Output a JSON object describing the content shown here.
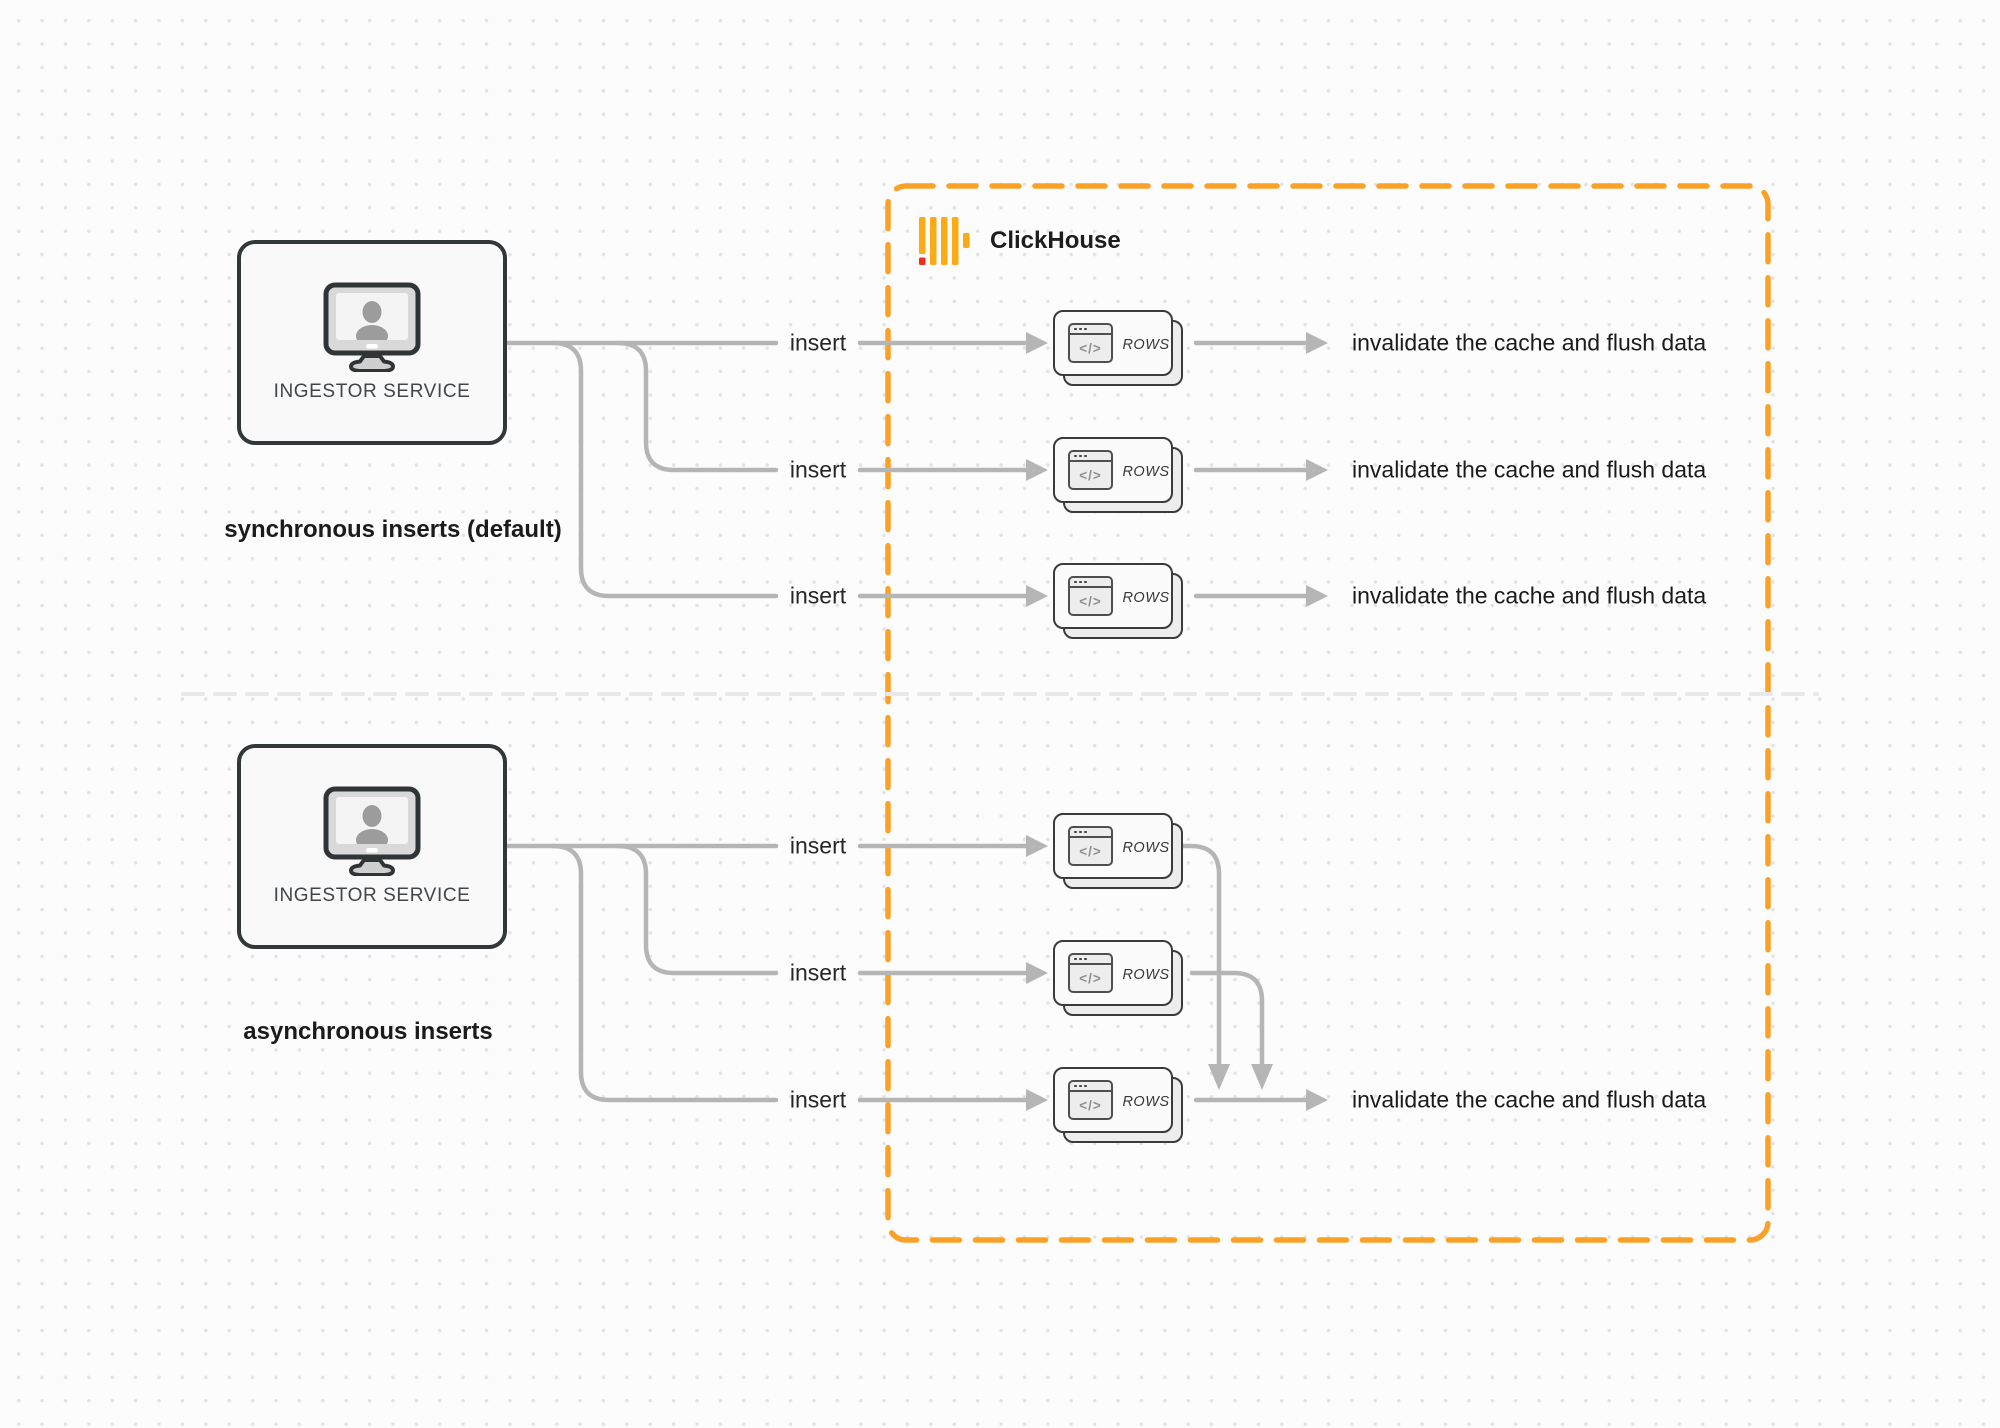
{
  "diagram": {
    "clickhouse": {
      "label": "ClickHouse"
    },
    "sync": {
      "service_label": "INGESTOR SERVICE",
      "caption": "synchronous inserts (default)",
      "rows": [
        {
          "insert": "insert",
          "code": "</>",
          "rows": "ROWS",
          "result": "invalidate the cache and flush data"
        },
        {
          "insert": "insert",
          "code": "</>",
          "rows": "ROWS",
          "result": "invalidate the cache and flush data"
        },
        {
          "insert": "insert",
          "code": "</>",
          "rows": "ROWS",
          "result": "invalidate the cache and flush data"
        }
      ]
    },
    "async": {
      "service_label": "INGESTOR SERVICE",
      "caption": "asynchronous inserts",
      "rows": [
        {
          "insert": "insert",
          "code": "</>",
          "rows": "ROWS"
        },
        {
          "insert": "insert",
          "code": "</>",
          "rows": "ROWS"
        },
        {
          "insert": "insert",
          "code": "</>",
          "rows": "ROWS"
        }
      ],
      "merged_result": "invalidate the cache and flush data"
    },
    "colors": {
      "accent_orange": "#FAA227",
      "logo_yellow": "#FBAC15",
      "logo_red": "#EF2D1F",
      "wire_gray": "#B5B5B5",
      "divider_gray": "#E8E8E8"
    },
    "icons": {
      "monitor_user": "monitor-user-icon",
      "code_window": "code-window-icon",
      "clickhouse_logo": "clickhouse-logo"
    }
  }
}
